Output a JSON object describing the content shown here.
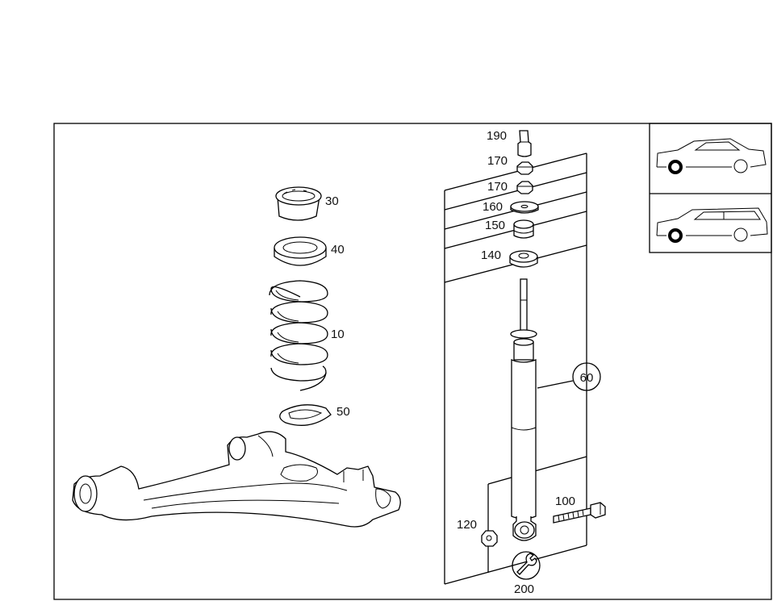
{
  "callouts": {
    "c30": "30",
    "c40": "40",
    "c10": "10",
    "c50": "50",
    "c190": "190",
    "c170a": "170",
    "c170b": "170",
    "c160": "160",
    "c150": "150",
    "c140": "140",
    "c60": "60",
    "c100": "100",
    "c120": "120",
    "c200": "200"
  },
  "variants": [
    {
      "icon": "sedan-icon",
      "highlighted_wheel": "front-left"
    },
    {
      "icon": "estate-icon",
      "highlighted_wheel": "front-left"
    }
  ],
  "icons": {
    "tool": "wrench-icon"
  }
}
